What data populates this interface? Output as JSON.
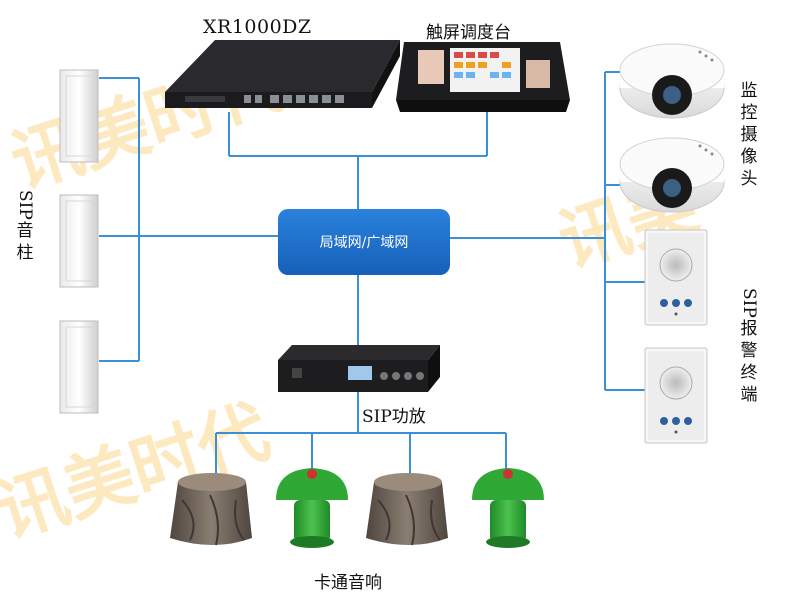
{
  "hub": {
    "label": "局域网/广域网",
    "color": "#1f6fc9"
  },
  "devices": {
    "server_label": "XR1000DZ",
    "console_label": "触屏调度台",
    "camera_label": "监控摄像头",
    "column_label": "SIP音柱",
    "alarm_label": "SIP报警终端",
    "amplifier_label": "SIP功放",
    "cartoon_label": "卡通音响"
  },
  "watermark": {
    "text": "讯美时代"
  },
  "colors": {
    "line": "#3b8fd4",
    "mushroom": "#2fa836",
    "stump": "#6b5f55",
    "watermark": "#f6c14a"
  }
}
